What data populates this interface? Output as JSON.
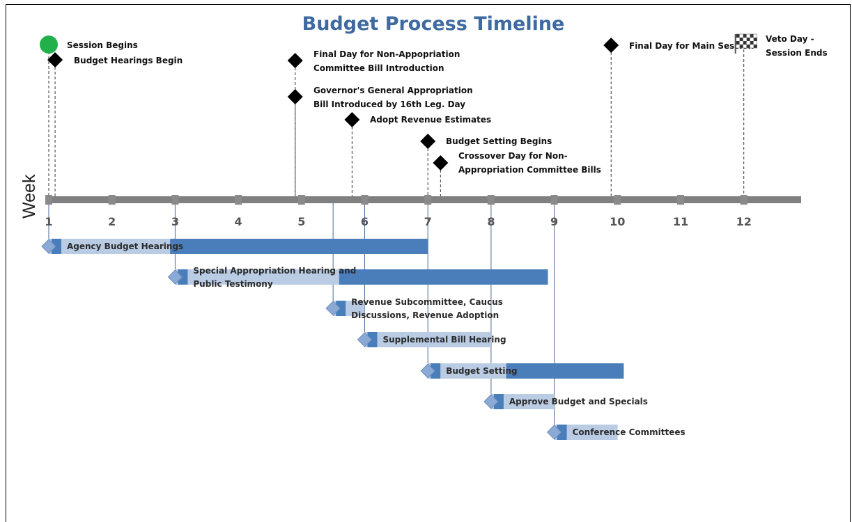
{
  "title": "Budget Process Timeline",
  "axis_label": "Week",
  "weeks": [
    "1",
    "2",
    "3",
    "4",
    "5",
    "6",
    "7",
    "8",
    "9",
    "10",
    "11",
    "12"
  ],
  "colors": {
    "title": "#3f6aa1",
    "axis": "#808080",
    "bar_dark": "#4a7ebb",
    "bar_light": "#b9cce4",
    "session_dot": "#22b04b",
    "milestone": "#000000"
  },
  "milestones": [
    {
      "id": "session-begins",
      "label": [
        "Session Begins"
      ],
      "week": 1.0,
      "shape": "circle-icon"
    },
    {
      "id": "budget-hearings-begin",
      "label": [
        "Budget Hearings Begin"
      ],
      "week": 1.1,
      "shape": "diamond-icon"
    },
    {
      "id": "final-day-non-appropriation",
      "label": [
        "Final Day for Non-Appopriation",
        "Committee Bill Introduction"
      ],
      "week": 4.9,
      "shape": "diamond-icon"
    },
    {
      "id": "governors-appropriation-bill",
      "label": [
        "Governor's General Appropriation",
        "Bill Introduced by 16th Leg. Day"
      ],
      "week": 4.9,
      "shape": "diamond-icon"
    },
    {
      "id": "adopt-revenue-estimates",
      "label": [
        "Adopt Revenue Estimates"
      ],
      "week": 5.8,
      "shape": "diamond-icon"
    },
    {
      "id": "budget-setting-begins",
      "label": [
        "Budget Setting Begins"
      ],
      "week": 7.0,
      "shape": "diamond-icon"
    },
    {
      "id": "crossover-day",
      "label": [
        "Crossover Day for Non-",
        "Appropriation Committee Bills"
      ],
      "week": 7.2,
      "shape": "diamond-icon"
    },
    {
      "id": "final-day-main-session",
      "label": [
        "Final Day for Main Session"
      ],
      "week": 9.9,
      "shape": "diamond-icon"
    },
    {
      "id": "veto-day",
      "label": [
        "Veto Day -",
        "Session Ends"
      ],
      "week": 12.0,
      "shape": "checkered-flag-icon"
    }
  ],
  "tasks": [
    {
      "id": "agency-budget-hearings",
      "label": [
        "Agency Budget Hearings"
      ],
      "start": 1.0,
      "end": 7.0,
      "progress": 0.32
    },
    {
      "id": "special-appropriation-hearing",
      "label": [
        "Special Appropriation Hearing and",
        "Public Testimony"
      ],
      "start": 3.0,
      "end": 8.9,
      "progress": 0.44
    },
    {
      "id": "revenue-subcommittee",
      "label": [
        "Revenue Subcommittee, Caucus",
        "Discussions, Revenue Adoption"
      ],
      "start": 5.5,
      "end": 6.0,
      "progress": 1.0
    },
    {
      "id": "supplemental-bill-hearing",
      "label": [
        "Supplemental Bill Hearing"
      ],
      "start": 6.0,
      "end": 8.0,
      "progress": 1.0
    },
    {
      "id": "budget-setting",
      "label": [
        "Budget Setting"
      ],
      "start": 7.0,
      "end": 10.1,
      "progress": 0.4
    },
    {
      "id": "approve-budget-specials",
      "label": [
        "Approve Budget and Specials"
      ],
      "start": 8.0,
      "end": 9.0,
      "progress": 1.0
    },
    {
      "id": "conference-committees",
      "label": [
        "Conference Committees"
      ],
      "start": 9.0,
      "end": 10.0,
      "progress": 1.0
    }
  ]
}
